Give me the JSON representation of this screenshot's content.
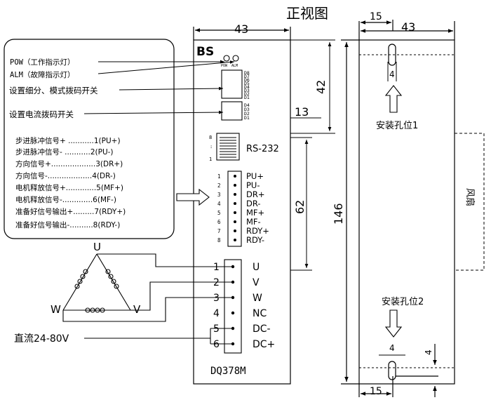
{
  "title": "正视图",
  "front": {
    "brand": "BS",
    "model": "DQ378M",
    "led_labels": [
      "POW",
      "ALM"
    ],
    "dip_top": [
      "D8",
      "D7",
      "D6",
      "D5",
      "D4",
      "D3",
      "D2",
      "D1"
    ],
    "dip_bottom": [
      "D4",
      "D3",
      "D2",
      "D1"
    ],
    "rs232": {
      "label": "RS-232",
      "pin_top": "8",
      "pin_bottom": "1"
    },
    "signal_pins": [
      "1",
      "2",
      "3",
      "4",
      "5",
      "6",
      "7",
      "8"
    ],
    "signal_labels": [
      "PU+",
      "PU-",
      "DR+",
      "DR-",
      "MF+",
      "MF-",
      "RDY+",
      "RDY-"
    ],
    "power_pins": [
      "1",
      "2",
      "3",
      "4",
      "5",
      "6"
    ],
    "power_labels": [
      "U",
      "V",
      "W",
      "NC",
      "DC-",
      "DC+"
    ]
  },
  "callout": {
    "pow": "POW（工作指示灯）",
    "alm": "ALM（故障指示灯）",
    "dip_mode": "设置细分、模式拨码开关",
    "dip_current": "设置电流拨码开关",
    "signals": [
      "步进脉冲信号+ ...........1(PU+)",
      "步进脉冲信号- ...........2(PU-)",
      "方向信号+...................3(DR+)",
      "方向信号-...................4(DR-)",
      "电机释放信号+.............5(MF+)",
      "电机释放信号-.............6(MF-)",
      "准备好信号输出+.........7(RDY+)",
      "准备好信号输出-..........8(RDY-)"
    ]
  },
  "motor": {
    "u": "U",
    "v": "V",
    "w": "W"
  },
  "power_label": "直流24-80V",
  "dims": {
    "front_width": "43",
    "top_offset": "42",
    "connector_gap": "13",
    "connector_height": "62",
    "total_height": "146",
    "side_width": "43",
    "hole_offset": "15",
    "hole_width": "4",
    "hole_bottom_offset": "4"
  },
  "side": {
    "hole1": "安装孔位1",
    "hole2": "安装孔位2",
    "fan": "风扇"
  }
}
